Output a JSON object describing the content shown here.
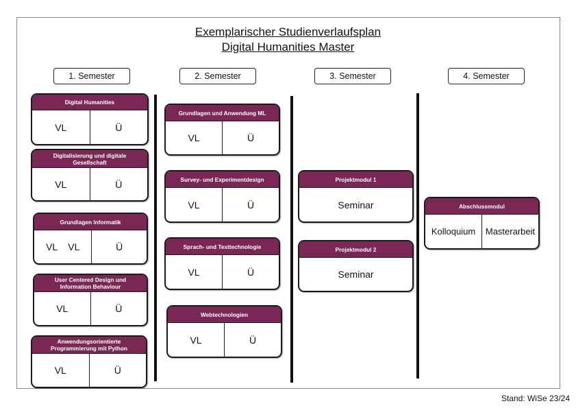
{
  "title": {
    "line1": "Exemplarischer Studienverlaufsplan",
    "line2": "Digital Humanities Master"
  },
  "semesters": [
    {
      "label": "1.  Semester"
    },
    {
      "label": "2.  Semester"
    },
    {
      "label": "3.  Semester"
    },
    {
      "label": "4.  Semester"
    }
  ],
  "modules": {
    "m1": {
      "header": "Digital Humanities",
      "cells": [
        "VL",
        "Ü"
      ]
    },
    "m2": {
      "header": "Digitalisierung und digitale Gesellschaft",
      "cells": [
        "VL",
        "Ü"
      ]
    },
    "m3": {
      "header": "Grundlagen Informatik",
      "cells": [
        "VL    VL",
        "Ü"
      ]
    },
    "m4": {
      "header": "User Centered Design und Information Behaviour",
      "cells": [
        "VL",
        "Ü"
      ]
    },
    "m5": {
      "header": "Anwendungsorientierte Programmierung mit Python",
      "cells": [
        "VL",
        "Ü"
      ]
    },
    "m6": {
      "header": "Grundlagen und Anwendung ML",
      "cells": [
        "VL",
        "Ü"
      ]
    },
    "m7": {
      "header": "Survey- und Experimentdesign",
      "cells": [
        "VL",
        "Ü"
      ]
    },
    "m8": {
      "header": "Sprach- und Texttechnologie",
      "cells": [
        "VL",
        "Ü"
      ]
    },
    "m9": {
      "header": "Webtechnologien",
      "cells": [
        "VL",
        "Ü"
      ]
    },
    "m10": {
      "header": "Projektmodul 1",
      "cells": [
        "Seminar"
      ]
    },
    "m11": {
      "header": "Projektmodul 2",
      "cells": [
        "Seminar"
      ]
    },
    "m12": {
      "header": "Abschlussmodul",
      "cells": [
        "Kolloquium",
        "Masterarbeit"
      ]
    }
  },
  "footer": "Stand: WiSe 23/24",
  "colors": {
    "module_header": "#7a2755",
    "border": "#1a1a1a"
  }
}
